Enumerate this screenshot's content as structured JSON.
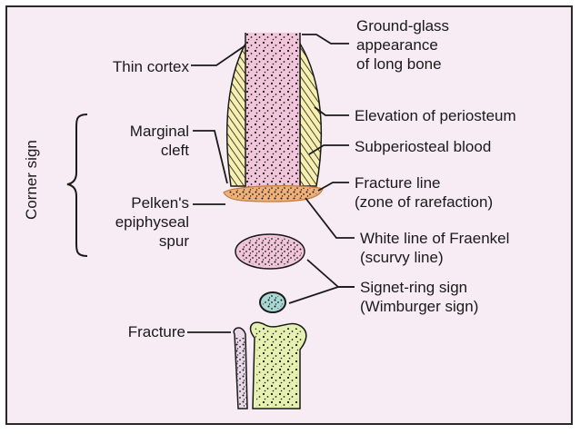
{
  "labels": {
    "ground_glass": [
      "Ground-glass",
      "appearance",
      "of long bone"
    ],
    "thin_cortex": "Thin cortex",
    "elevation_periosteum": "Elevation of periosteum",
    "marginal_cleft": [
      "Marginal",
      "cleft"
    ],
    "subperiosteal_blood": "Subperiosteal blood",
    "corner_sign": "Corner sign",
    "fracture_line": [
      "Fracture line",
      "(zone of rarefaction)"
    ],
    "pelken_spur": [
      "Pelken's",
      "epiphyseal",
      "spur"
    ],
    "white_line": [
      "White line of Fraenkel",
      "(scurvy line)"
    ],
    "signet_ring": [
      "Signet-ring sign",
      "(Wimburger sign)"
    ],
    "fracture": "Fracture"
  },
  "colors": {
    "background": "#f7ecf3",
    "bone_pink": "#f2c6da",
    "cortex_yellow": "#f6efb0",
    "spur_orange": "#efb07a",
    "signet_teal": "#a9d8d4",
    "lower_green": "#e6f0b0",
    "stroke": "#1a1a1a"
  }
}
